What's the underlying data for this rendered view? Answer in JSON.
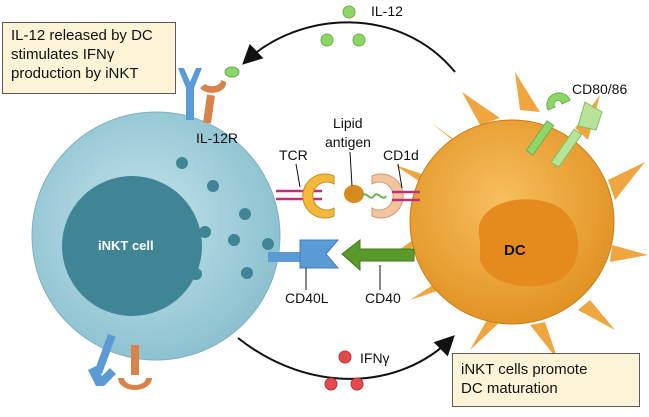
{
  "callouts": {
    "il12_release": "IL-12 released by DC\nstimulates IFNγ\nproduction by iNKT",
    "dc_maturation": "iNKT cells promote\nDC maturation"
  },
  "labels": {
    "il12": "IL-12",
    "cd80_86": "CD80/86",
    "il12r": "IL-12R",
    "lipid_antigen_line1": "Lipid",
    "lipid_antigen_line2": "antigen",
    "tcr": "TCR",
    "cd1d": "CD1d",
    "inkt_cell": "iNKT cell",
    "dc": "DC",
    "cd40l": "CD40L",
    "cd40": "CD40",
    "ifng": "IFNγ"
  },
  "colors": {
    "inkt_cell": "#a9d3de",
    "inkt_nucleus": "#3f8596",
    "dc_cell": "#f0a640",
    "dc_nucleus": "#e58a1d",
    "il12": "#8fd66a",
    "ifng": "#e5484d",
    "receptor_blue": "#5b9bd5",
    "receptor_orange": "#d9824a",
    "cd40_green": "#5a9a2a",
    "callout_bg": "#fdf3d6"
  }
}
